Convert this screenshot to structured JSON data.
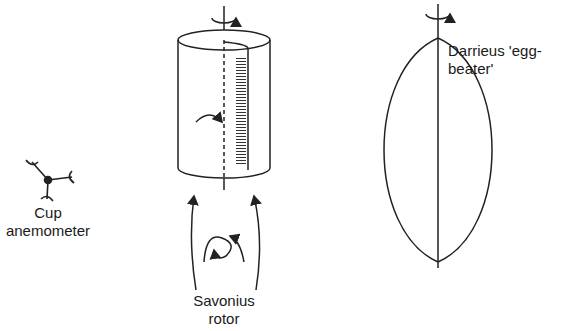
{
  "diagram": {
    "labels": [
      "Cup anemometer",
      "Savonius rotor",
      "Darrieus 'egg-beater'"
    ]
  }
}
